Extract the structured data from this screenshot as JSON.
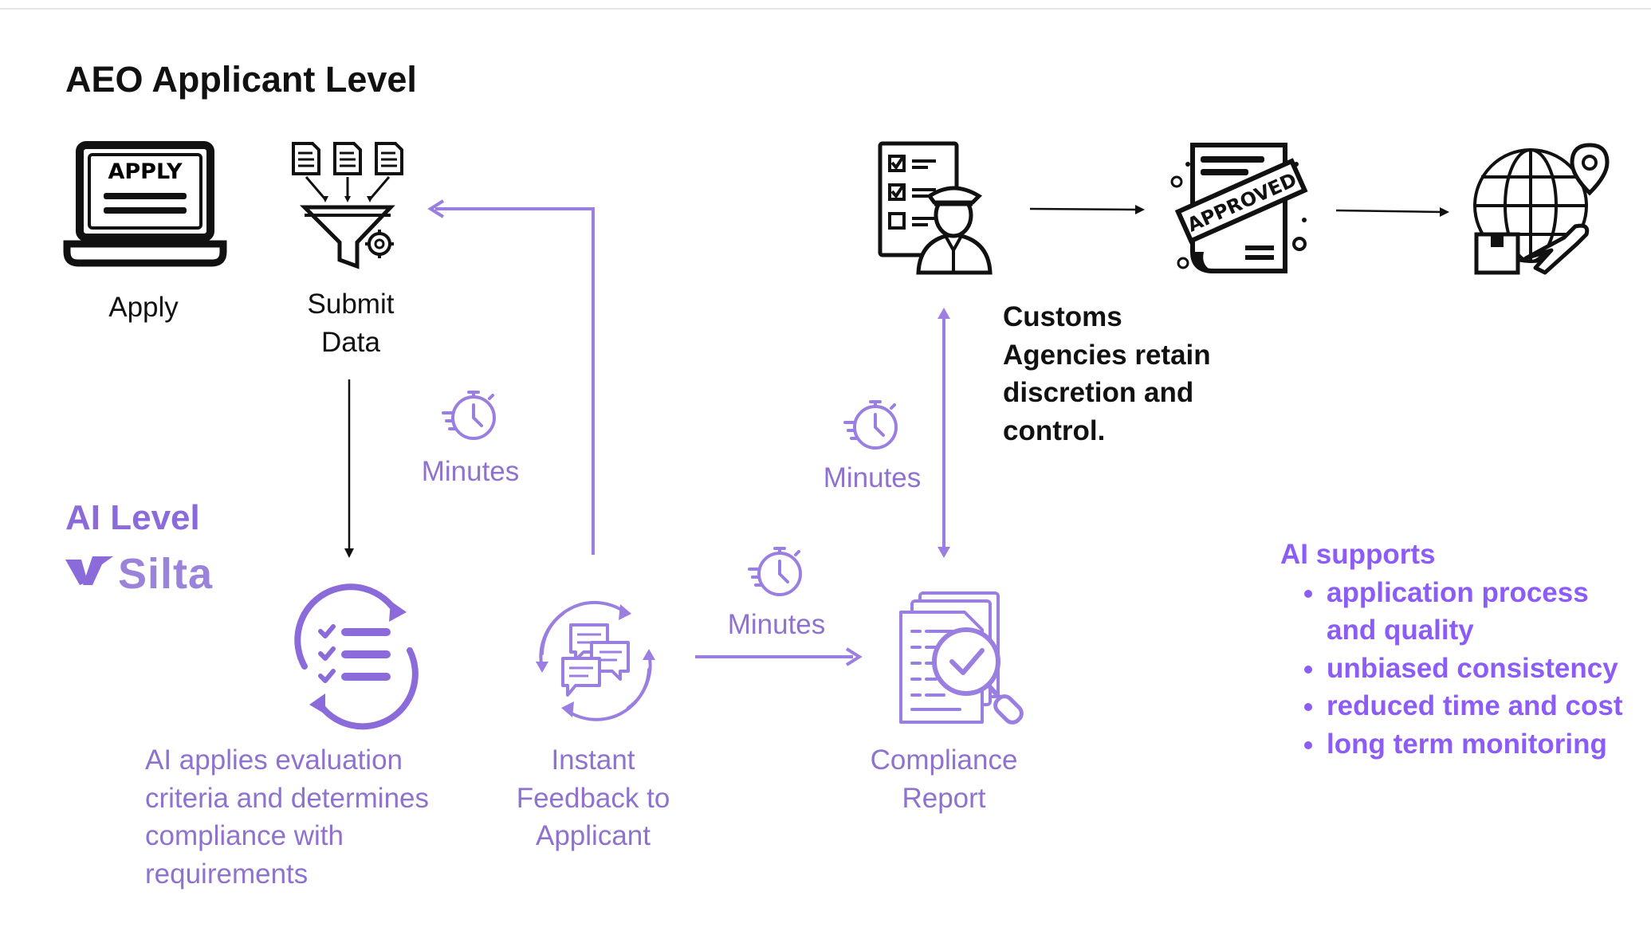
{
  "heading": "AEO Applicant Level",
  "ai_level": "AI Level",
  "brand": "Silta",
  "steps": {
    "apply": {
      "label": "Apply",
      "icon_text": "APPLY"
    },
    "submit": {
      "label_line1": "Submit",
      "label_line2": "Data"
    },
    "evaluate": {
      "lines": [
        "AI applies evaluation",
        "criteria and determines",
        "compliance with",
        "requirements"
      ]
    },
    "feedback": {
      "lines": [
        "Instant",
        "Feedback to",
        "Applicant"
      ]
    },
    "report": {
      "lines": [
        "Compliance",
        "Report"
      ]
    },
    "approved": {
      "stamp_text": "APPROVED"
    }
  },
  "timers": {
    "left": "Minutes",
    "middle": "Minutes",
    "right": "Minutes"
  },
  "customs_note": [
    "Customs",
    "Agencies retain",
    "discretion and",
    "control."
  ],
  "ai_supports": {
    "title": "AI supports",
    "items": [
      {
        "line1": "application process",
        "line2": "and quality"
      },
      {
        "line1": "unbiased consistency"
      },
      {
        "line1": "reduced time and cost"
      },
      {
        "line1": "long term monitoring"
      }
    ]
  },
  "colors": {
    "purple_accent": "#8b5cf6",
    "purple_text": "#8f72cf",
    "purple_icon": "#9a7fe0",
    "black": "#111111"
  },
  "icons": [
    "laptop-apply-icon",
    "data-funnel-icon",
    "checklist-cycle-icon",
    "chat-cycle-icon",
    "compliance-report-icon",
    "customs-officer-icon",
    "approved-document-icon",
    "globe-shipping-icon",
    "timer-icon"
  ]
}
